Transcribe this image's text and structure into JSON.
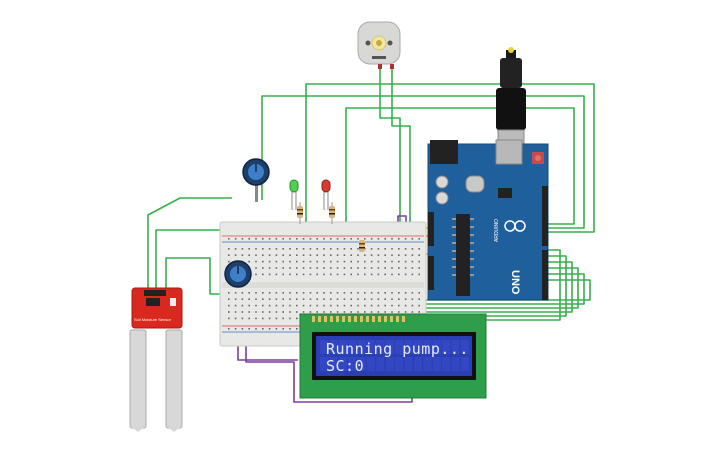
{
  "lcd": {
    "line1": "Running pump...",
    "line2": "SC:0"
  },
  "arduino": {
    "board_label": "UNO",
    "brand_label": "ARDUINO"
  },
  "sensor": {
    "label": "Soil Moisture Sensor"
  },
  "colors": {
    "wire_green": "#36b04a",
    "wire_purple": "#7b3fa0",
    "wire_orange": "#e69a2e",
    "wire_red": "#d62e1f",
    "arduino_blue": "#1f5f9b",
    "lcd_green": "#2f9e4a",
    "lcd_screen": "#2b3fb5",
    "sensor_red": "#d9281d"
  }
}
